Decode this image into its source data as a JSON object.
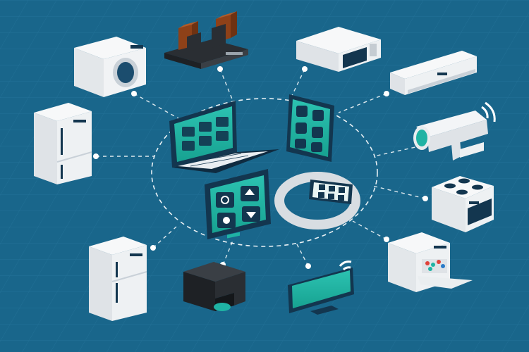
{
  "scene": {
    "background": "#19668b",
    "grid_color": "#2a7aa0",
    "accent": "#1fb3a4",
    "device_dark": "#13364f",
    "appliance_white": "#f1f3f5"
  },
  "hub_devices": [
    {
      "name": "laptop",
      "icon": "laptop-icon"
    },
    {
      "name": "tablet-right",
      "icon": "tablet-icon"
    },
    {
      "name": "tablet-center",
      "icon": "tablet-icon"
    },
    {
      "name": "smart-bracelet",
      "icon": "bracelet-icon"
    }
  ],
  "app_tile_icons": [
    "power-icon",
    "arrow-up-icon",
    "gear-icon",
    "arrow-down-icon"
  ],
  "appliances": [
    {
      "name": "washing-machine",
      "icon": "washing-machine-icon"
    },
    {
      "name": "stereo-system",
      "icon": "speaker-icon"
    },
    {
      "name": "microwave",
      "icon": "microwave-icon"
    },
    {
      "name": "air-conditioner",
      "icon": "air-conditioner-icon"
    },
    {
      "name": "security-camera",
      "icon": "camera-icon"
    },
    {
      "name": "electric-stove",
      "icon": "stove-icon"
    },
    {
      "name": "dishwasher",
      "icon": "dishwasher-icon"
    },
    {
      "name": "smart-tv",
      "icon": "tv-icon"
    },
    {
      "name": "coffee-machine",
      "icon": "coffee-machine-icon"
    },
    {
      "name": "fridge-bottom",
      "icon": "fridge-icon"
    },
    {
      "name": "fridge-top",
      "icon": "fridge-icon"
    }
  ]
}
